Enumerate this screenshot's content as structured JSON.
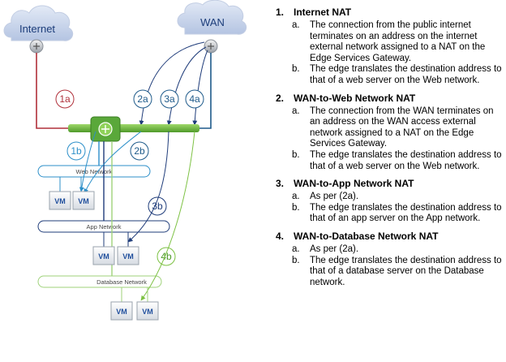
{
  "diagram": {
    "clouds": {
      "internet": "Internet",
      "wan": "WAN"
    },
    "badges": {
      "b1a": "1a",
      "b2a": "2a",
      "b3a": "3a",
      "b4a": "4a",
      "b1b": "1b",
      "b2b": "2b",
      "b3b": "3b",
      "b4b": "4b"
    },
    "networks": {
      "web": "Web Network",
      "app": "App Network",
      "database": "Database Network"
    },
    "vm_label": "VM",
    "colors": {
      "internet": "#b0303a",
      "wan": "#1e5a8a",
      "green": "#7cc142",
      "web": "#2c8fc9",
      "app": "#1f3c7a",
      "db_light": "#9fd27a"
    }
  },
  "sections": [
    {
      "number": "1.",
      "title": "Internet NAT",
      "items": [
        {
          "label": "a.",
          "text": "The connection from the public internet terminates on an address on the internet external network assigned to a NAT on the Edge Services Gateway."
        },
        {
          "label": "b.",
          "text": "The edge translates the destination address to that of a web server on the Web network."
        }
      ]
    },
    {
      "number": "2.",
      "title": "WAN-to-Web Network NAT",
      "items": [
        {
          "label": "a.",
          "text": "The connection from the WAN terminates on an address on the WAN access external network assigned to a NAT on the Edge Services Gateway."
        },
        {
          "label": "b.",
          "text": "The edge translates the destination address to that of a web server on the Web network."
        }
      ]
    },
    {
      "number": "3.",
      "title": "WAN-to-App Network NAT",
      "items": [
        {
          "label": "a.",
          "text": "As per (2a)."
        },
        {
          "label": "b.",
          "text": "The edge translates the destination address to that of an app server on the App network."
        }
      ]
    },
    {
      "number": "4.",
      "title": "WAN-to-Database Network NAT",
      "items": [
        {
          "label": "a.",
          "text": "As per (2a)."
        },
        {
          "label": "b.",
          "text": "The edge translates the destination address to that of a database server on the Database network."
        }
      ]
    }
  ]
}
